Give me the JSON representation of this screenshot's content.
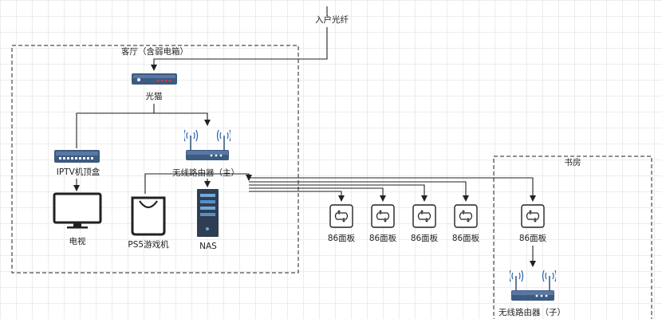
{
  "labels": {
    "fiber_in": "入户光纤",
    "living_room": "客厅（含弱电箱）",
    "ont": "光猫",
    "iptv": "IPTV机顶盒",
    "router_main": "无线路由器（主）",
    "tv": "电视",
    "ps5": "PS5游戏机",
    "nas": "NAS",
    "study": "书房",
    "panel": "86面板",
    "router_sub": "无线路由器（子）"
  },
  "panels": [
    "86面板",
    "86面板",
    "86面板",
    "86面板"
  ],
  "icons": {
    "ont": "modem-icon",
    "router": "wifi-router-icon",
    "switch": "switch-icon",
    "monitor": "monitor-icon",
    "bag": "shopping-bag-icon",
    "server": "server-icon",
    "panel": "wall-panel-icon"
  },
  "colors": {
    "device_blue": "#3d5a80",
    "antenna_blue": "#2b5fa8",
    "led_red": "#e03c3c"
  }
}
